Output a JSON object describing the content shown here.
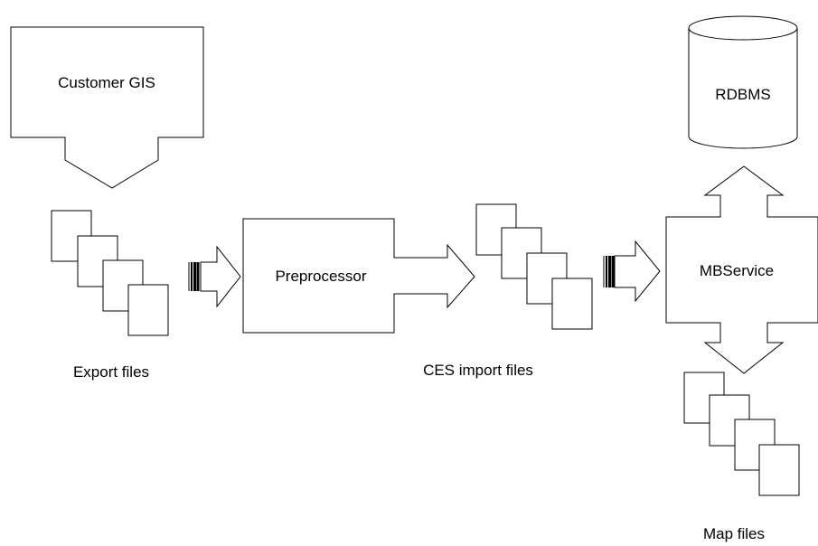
{
  "nodes": {
    "customer_gis": "Customer GIS",
    "preprocessor": "Preprocessor",
    "rdbms": "RDBMS",
    "mbservice": "MBService"
  },
  "file_groups": {
    "export_files": "Export files",
    "ces_import_files": "CES import files",
    "map_files": "Map files"
  }
}
